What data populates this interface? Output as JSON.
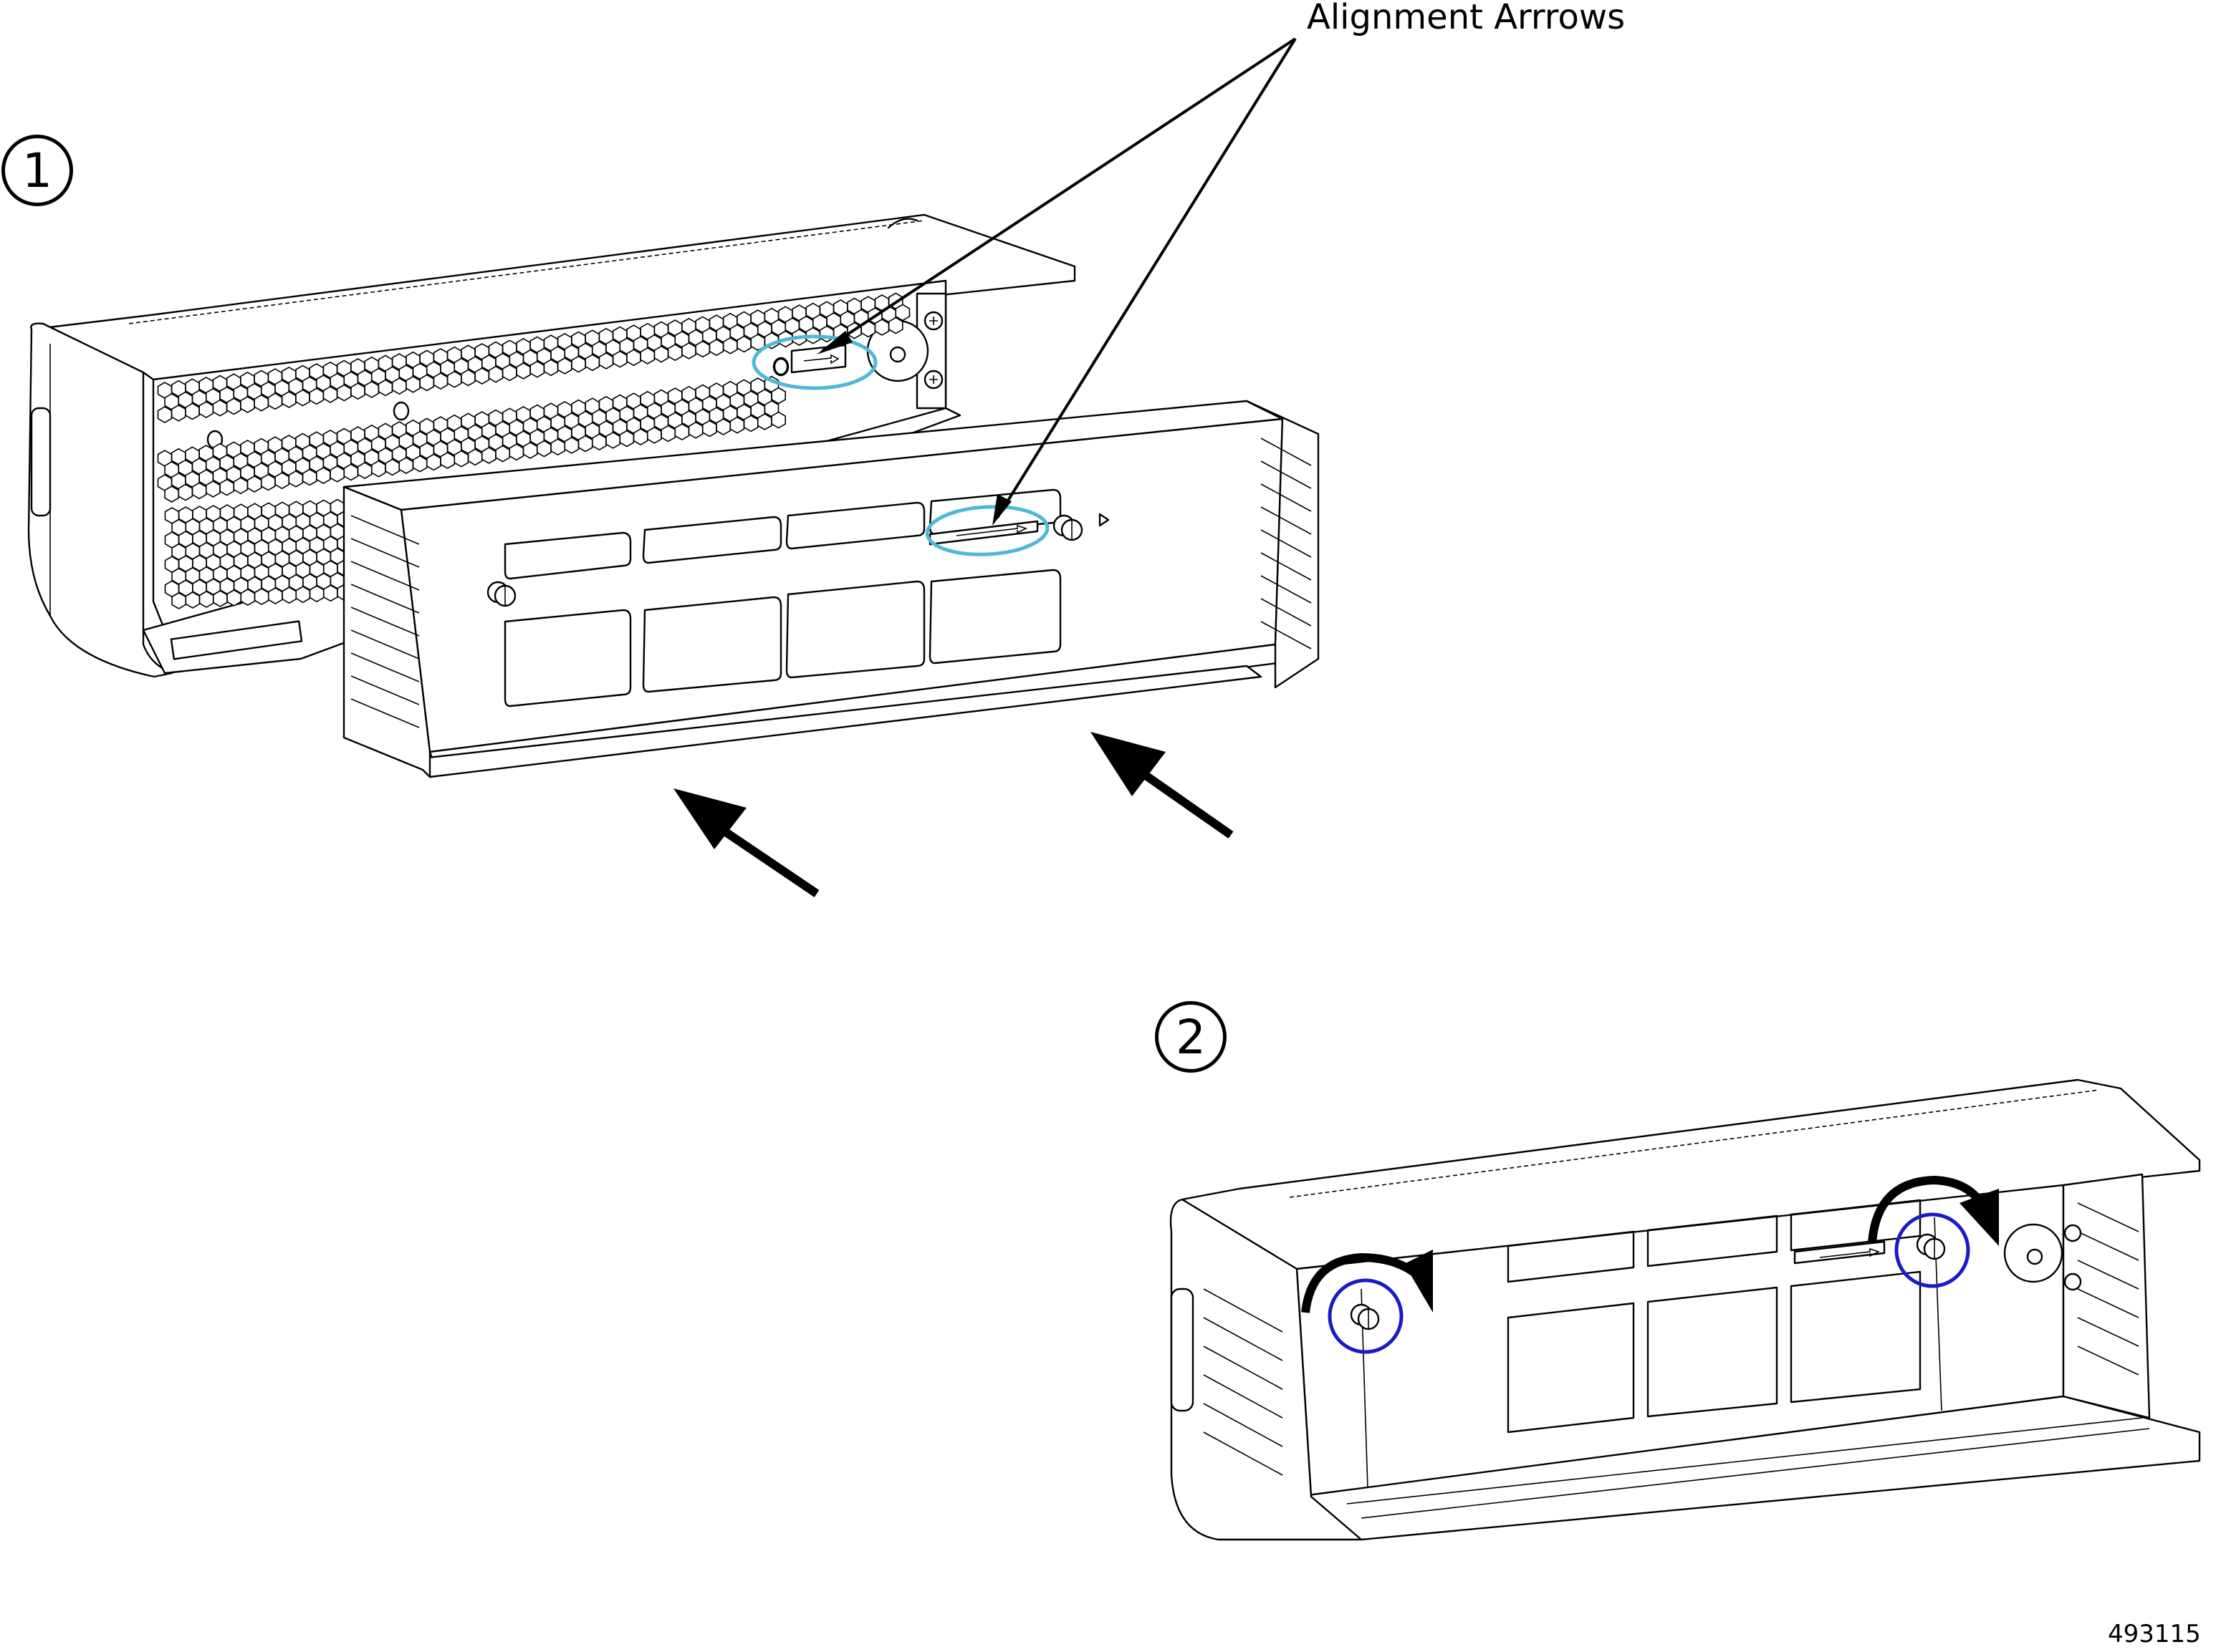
{
  "figure": {
    "callout_label": "Alignment Arrrows",
    "steps": [
      {
        "number": "1"
      },
      {
        "number": "2"
      }
    ],
    "figure_id": "493115"
  },
  "colors": {
    "line": "#000000",
    "alignment_highlight": "#4fb8d8",
    "screw_highlight": "#1a1ac8",
    "background": "#ffffff"
  },
  "icons": {
    "insert_arrow": "push-direction-arrow-icon",
    "rotate_arrow": "clockwise-rotate-arrow-icon",
    "alignment_arrow": "alignment-arrow-icon",
    "captive_screw": "captive-screw-icon"
  }
}
